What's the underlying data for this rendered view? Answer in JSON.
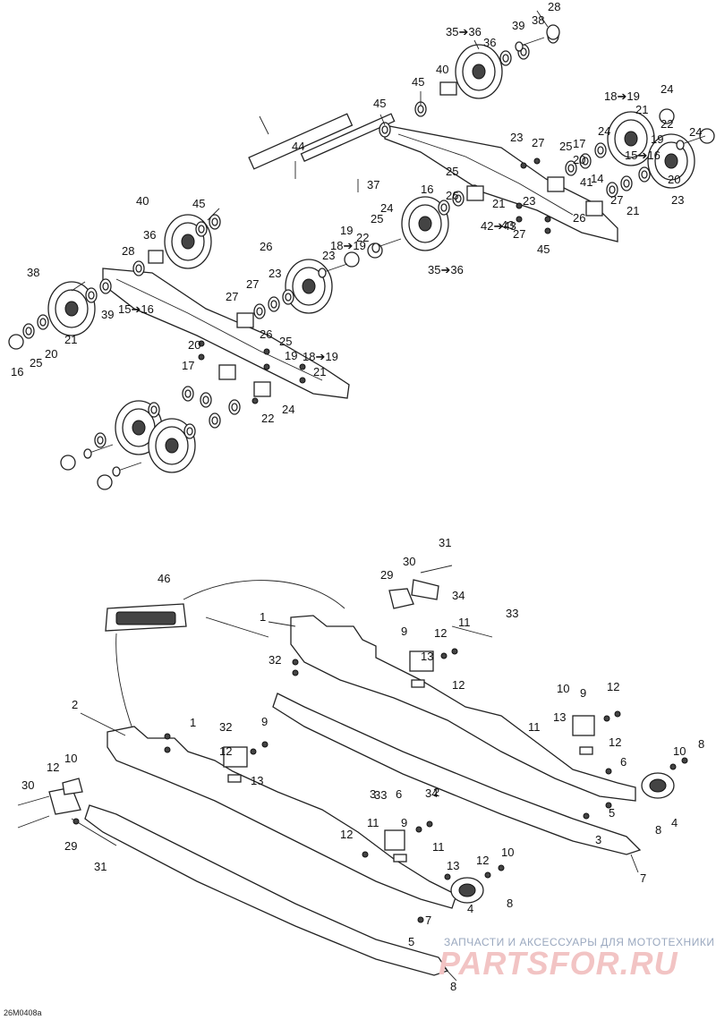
{
  "diagram_code": "26M0408a",
  "watermark": {
    "caption": "ЗАПЧАСТИ И АКСЕССУАРЫ ДЛЯ МОТОТЕХНИКИ",
    "logo_text": "PARTSFOR.RU"
  },
  "labels": {
    "top": [
      "28",
      "38",
      "39",
      "35➔36",
      "36",
      "40",
      "45",
      "45",
      "44",
      "37",
      "18➔19",
      "24",
      "22",
      "21",
      "19",
      "23",
      "27",
      "25",
      "17",
      "20",
      "26",
      "23",
      "27",
      "21",
      "24",
      "22",
      "18➔19",
      "19",
      "25",
      "26",
      "16",
      "25",
      "14",
      "21",
      "24",
      "24",
      "20",
      "23",
      "27",
      "15➔16",
      "42➔43",
      "43",
      "41",
      "45",
      "35➔36",
      "40",
      "45",
      "36",
      "28",
      "38",
      "39",
      "15➔16",
      "21",
      "16",
      "25",
      "20",
      "26",
      "23",
      "23",
      "27",
      "27",
      "26",
      "20",
      "17",
      "25",
      "19",
      "18➔19",
      "21",
      "22",
      "24"
    ],
    "bottom": [
      "31",
      "30",
      "29",
      "34",
      "33",
      "46",
      "1",
      "32",
      "9",
      "12",
      "11",
      "13",
      "12",
      "10",
      "9",
      "12",
      "13",
      "11",
      "12",
      "10",
      "8",
      "6",
      "4",
      "5",
      "8",
      "3",
      "7",
      "2",
      "1",
      "32",
      "9",
      "12",
      "13",
      "12",
      "10",
      "30",
      "29",
      "31",
      "34",
      "33",
      "11",
      "9",
      "12",
      "11",
      "13",
      "12",
      "10",
      "8",
      "7",
      "4",
      "5",
      "8",
      "3",
      "6",
      "2"
    ]
  }
}
